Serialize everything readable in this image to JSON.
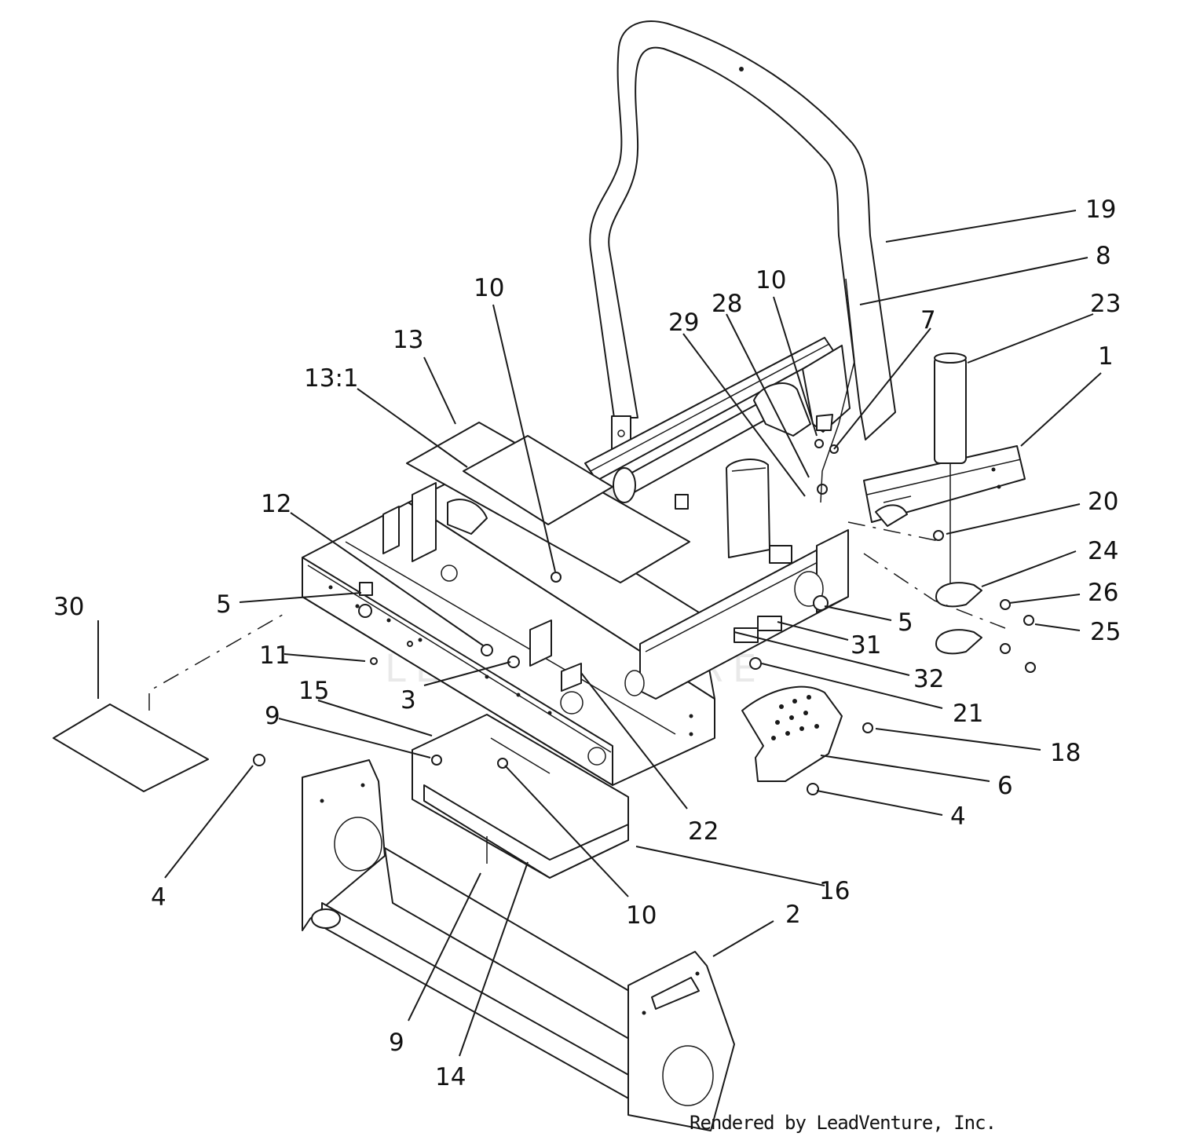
{
  "diagram": {
    "callouts": [
      {
        "id": "19",
        "label": "19"
      },
      {
        "id": "8",
        "label": "8"
      },
      {
        "id": "10-top-right",
        "label": "10"
      },
      {
        "id": "23",
        "label": "23"
      },
      {
        "id": "28",
        "label": "28"
      },
      {
        "id": "29",
        "label": "29"
      },
      {
        "id": "7",
        "label": "7"
      },
      {
        "id": "10-top-left",
        "label": "10"
      },
      {
        "id": "13",
        "label": "13"
      },
      {
        "id": "1",
        "label": "1"
      },
      {
        "id": "13-1",
        "label": "13:1"
      },
      {
        "id": "20",
        "label": "20"
      },
      {
        "id": "12",
        "label": "12"
      },
      {
        "id": "24",
        "label": "24"
      },
      {
        "id": "30",
        "label": "30"
      },
      {
        "id": "5-left",
        "label": "5"
      },
      {
        "id": "26",
        "label": "26"
      },
      {
        "id": "5-right",
        "label": "5"
      },
      {
        "id": "25",
        "label": "25"
      },
      {
        "id": "11",
        "label": "11"
      },
      {
        "id": "31",
        "label": "31"
      },
      {
        "id": "32",
        "label": "32"
      },
      {
        "id": "3",
        "label": "3"
      },
      {
        "id": "15",
        "label": "15"
      },
      {
        "id": "21",
        "label": "21"
      },
      {
        "id": "9-upper",
        "label": "9"
      },
      {
        "id": "18",
        "label": "18"
      },
      {
        "id": "6",
        "label": "6"
      },
      {
        "id": "4-right",
        "label": "4"
      },
      {
        "id": "22",
        "label": "22"
      },
      {
        "id": "4-left",
        "label": "4"
      },
      {
        "id": "16",
        "label": "16"
      },
      {
        "id": "10-bottom",
        "label": "10"
      },
      {
        "id": "2",
        "label": "2"
      },
      {
        "id": "9-lower",
        "label": "9"
      },
      {
        "id": "14",
        "label": "14"
      }
    ],
    "watermark": "LEADVENTURE"
  },
  "footer": {
    "credit": "Rendered by LeadVenture, Inc."
  }
}
